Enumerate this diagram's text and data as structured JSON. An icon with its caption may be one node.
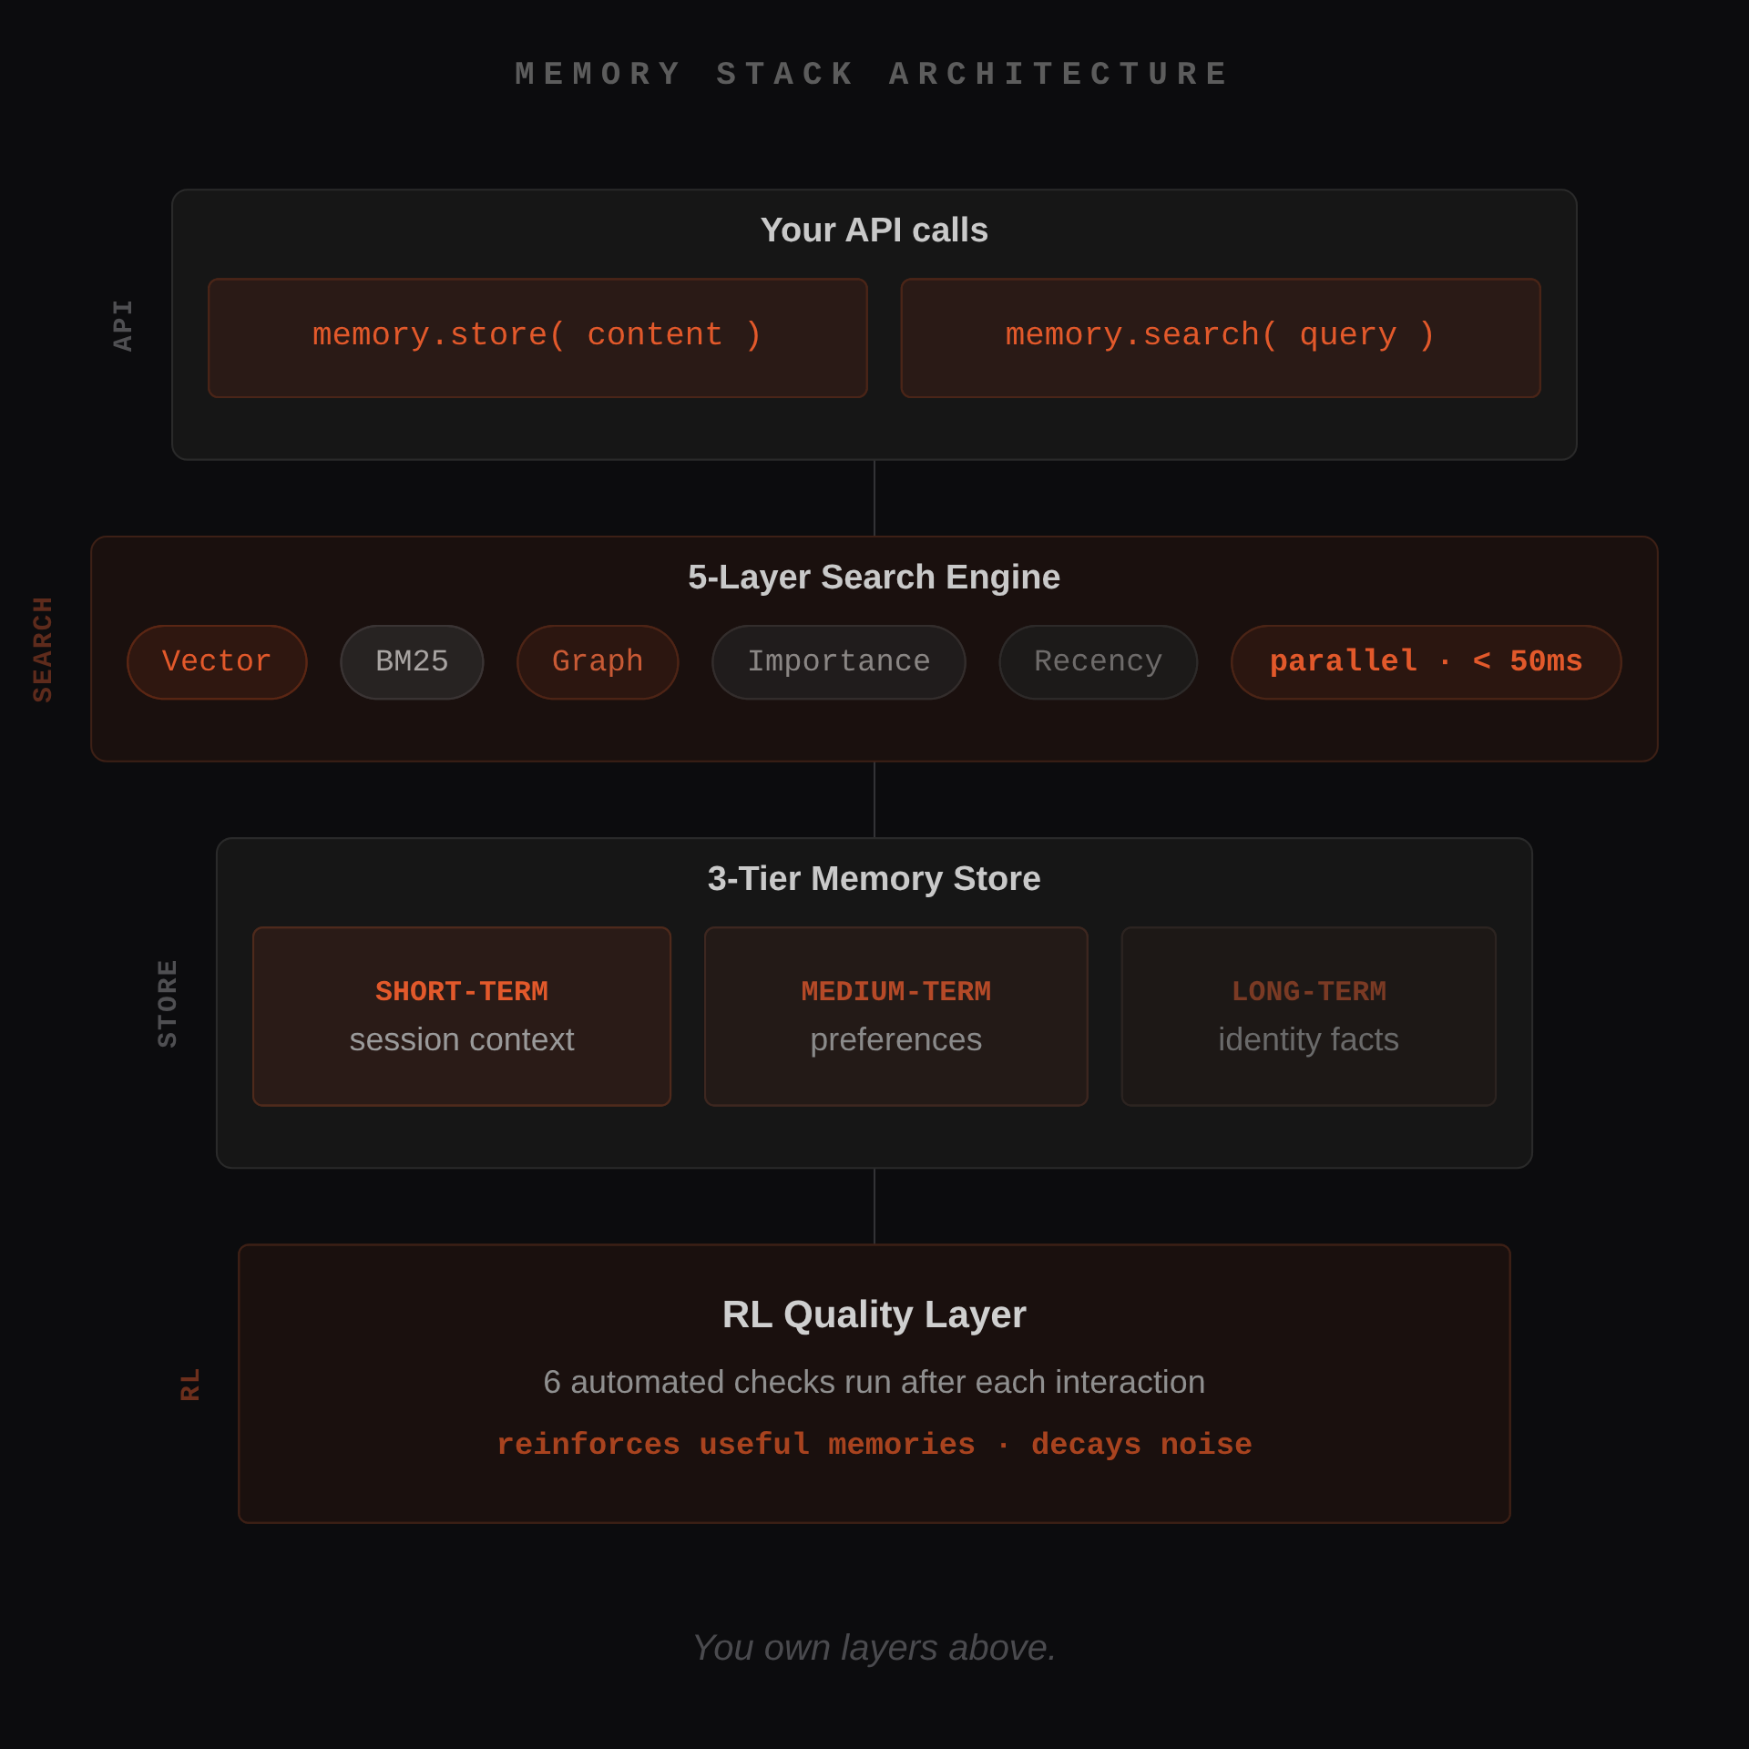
{
  "diagram": {
    "title": "MEMORY STACK ARCHITECTURE",
    "caption": "You own layers above.",
    "nodes": [
      {
        "text": [
          "Your API calls"
        ],
        "beside": [
          "API"
        ]
      },
      {
        "text": [
          "memory.store( content )"
        ],
        "in": 0
      },
      {
        "text": [
          "memory.search( query )"
        ],
        "in": 0
      },
      {
        "text": [
          "5-Layer Search Engine"
        ],
        "beside": [
          "SEARCH"
        ]
      },
      {
        "text": [
          "Vector"
        ],
        "in": 3
      },
      {
        "text": [
          "BM25"
        ],
        "in": 3
      },
      {
        "text": [
          "Graph"
        ],
        "in": 3
      },
      {
        "text": [
          "Importance"
        ],
        "in": 3
      },
      {
        "text": [
          "Recency"
        ],
        "in": 3
      },
      {
        "text": [
          "parallel · < 50ms"
        ],
        "in": 3
      },
      {
        "text": [
          "3-Tier Memory Store"
        ],
        "beside": [
          "STORE"
        ]
      },
      {
        "text": [
          "SHORT-TERM",
          "session context"
        ],
        "in": 10
      },
      {
        "text": [
          "MEDIUM-TERM",
          "preferences"
        ],
        "in": 10
      },
      {
        "text": [
          "LONG-TERM",
          "identity facts"
        ],
        "in": 10
      },
      {
        "text": [
          "RL Quality Layer",
          "6 automated checks run after each interaction",
          "reinforces useful memories · decays noise"
        ],
        "beside": [
          "RL"
        ]
      }
    ],
    "edges": [
      {
        "from": 0,
        "to": 3,
        "arrow": "none"
      },
      {
        "from": 3,
        "to": 10,
        "arrow": "none"
      },
      {
        "from": 10,
        "to": 14,
        "arrow": "none"
      }
    ]
  }
}
